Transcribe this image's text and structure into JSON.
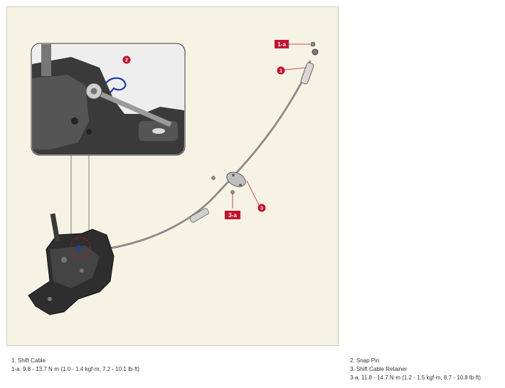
{
  "callouts": {
    "c1": "1",
    "c1a": "1-a",
    "c2": "2",
    "c3": "3",
    "c3a": "3-a"
  },
  "legend_left": [
    "1. Shift Cable",
    "1-a. 9.8 - 13.7 N·m (1.0 - 1.4 kgf·m, 7.2 - 10.1 lb·ft)"
  ],
  "legend_right": [
    "2. Snap Pin",
    "3. Shift Cable Retainer",
    "3-a. 11.8 - 14.7 N·m (1.2 - 1.5 kgf·m, 8.7 - 10.8 lb·ft)"
  ],
  "colors": {
    "callout_red": "#c8102e",
    "snap_pin_blue": "#1d3fb3",
    "background": "#f6f3e4"
  }
}
